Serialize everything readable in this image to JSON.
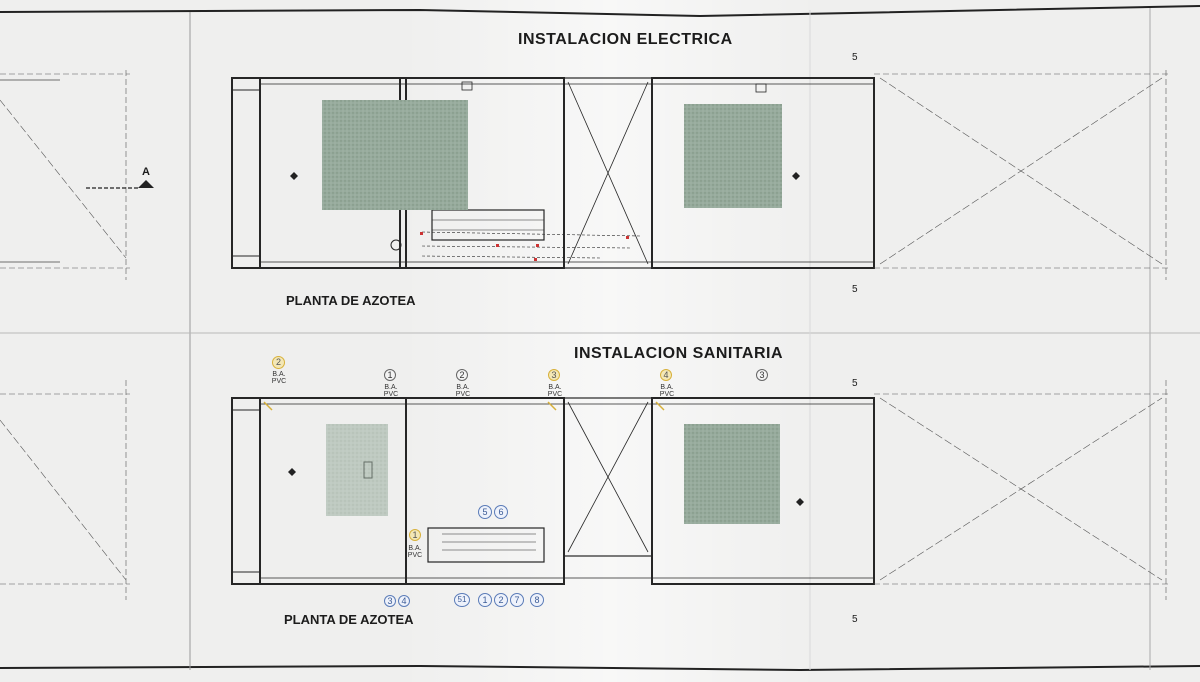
{
  "titles": {
    "electrical": "INSTALACION ELECTRICA",
    "sanitary": "INSTALACION SANITARIA",
    "plan_top": "PLANTA  DE AZOTEA",
    "plan_bottom": "PLANTA  DE AZOTEA"
  },
  "section_mark": "A",
  "grid_marks": [
    "5",
    "5",
    "5",
    "5"
  ],
  "bubbles_top_row": [
    {
      "label": "2",
      "style": "yellow"
    },
    {
      "label": "1",
      "style": "gray"
    },
    {
      "label": "2",
      "style": "gray"
    },
    {
      "label": "3",
      "style": "yellow"
    },
    {
      "label": "4",
      "style": "yellow"
    },
    {
      "label": "3",
      "style": "gray"
    }
  ],
  "bubbles_mid": [
    {
      "label": "1",
      "style": "yellow"
    }
  ],
  "bubbles_blue": [
    {
      "label": "5",
      "style": "blue"
    },
    {
      "label": "6",
      "style": "blue"
    }
  ],
  "bubbles_bottom": [
    {
      "label": "3",
      "style": "blue"
    },
    {
      "label": "4",
      "style": "blue"
    },
    {
      "label": "51",
      "style": "blue"
    },
    {
      "label": "1",
      "style": "blue"
    },
    {
      "label": "2",
      "style": "blue"
    },
    {
      "label": "7",
      "style": "blue"
    },
    {
      "label": "8",
      "style": "blue"
    }
  ],
  "pipe_tags": [
    "B.A. PVC",
    "B.A. PVC",
    "B.A. PVC",
    "B.A. PVC",
    "B.A. PVC",
    "B.A. PVC"
  ],
  "colors": {
    "paper": "#f2f2f1",
    "line": "#2b2b2b",
    "hatch": "#8fa596",
    "bubble_yellow": "#d8b13a",
    "bubble_blue": "#5b7cb8"
  }
}
